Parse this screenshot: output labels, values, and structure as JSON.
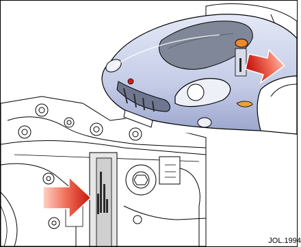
{
  "figure": {
    "reference_code": "JOL.1994"
  },
  "colors": {
    "body": "#c3cbe6",
    "body_shade": "#8e99c4",
    "hood_panel": "#7f8798",
    "engine_grey": "#d6d6d6",
    "engine_dark": "#2b2b2b",
    "arrow_red": "#d1201a",
    "indicator_amber": "#e9a238",
    "cap_orange": "#e98a32"
  },
  "icons": {
    "arrow": "red-pointer-arrow",
    "badge": "jaguar-badge"
  }
}
